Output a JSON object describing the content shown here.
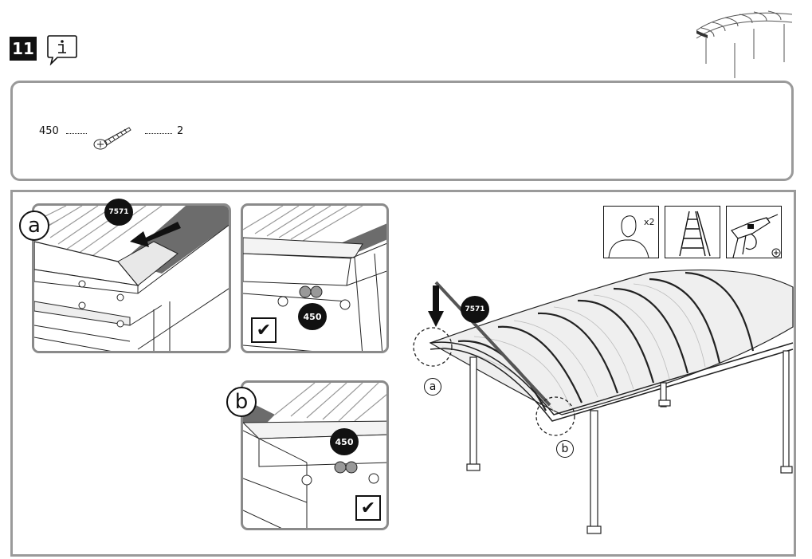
{
  "step": {
    "number": "11"
  },
  "icons": {
    "info": "info-icon",
    "carport": "carport-thumbnail-icon"
  },
  "parts": {
    "items": [
      {
        "id": "450",
        "icon": "screw-icon",
        "quantity": "2"
      }
    ]
  },
  "detail_a": {
    "letter": "a",
    "part_label": "7571"
  },
  "detail_a2": {
    "screw_label": "450",
    "check": "✔"
  },
  "detail_b": {
    "letter": "b",
    "screw_label": "450",
    "check": "✔"
  },
  "overview": {
    "part_label": "7571",
    "callout_a": "a",
    "callout_b": "b"
  },
  "tools": {
    "people": {
      "icon": "two-person-icon",
      "count": "x2"
    },
    "ladder": {
      "icon": "ladder-icon"
    },
    "drill": {
      "icon": "drill-icon"
    }
  }
}
